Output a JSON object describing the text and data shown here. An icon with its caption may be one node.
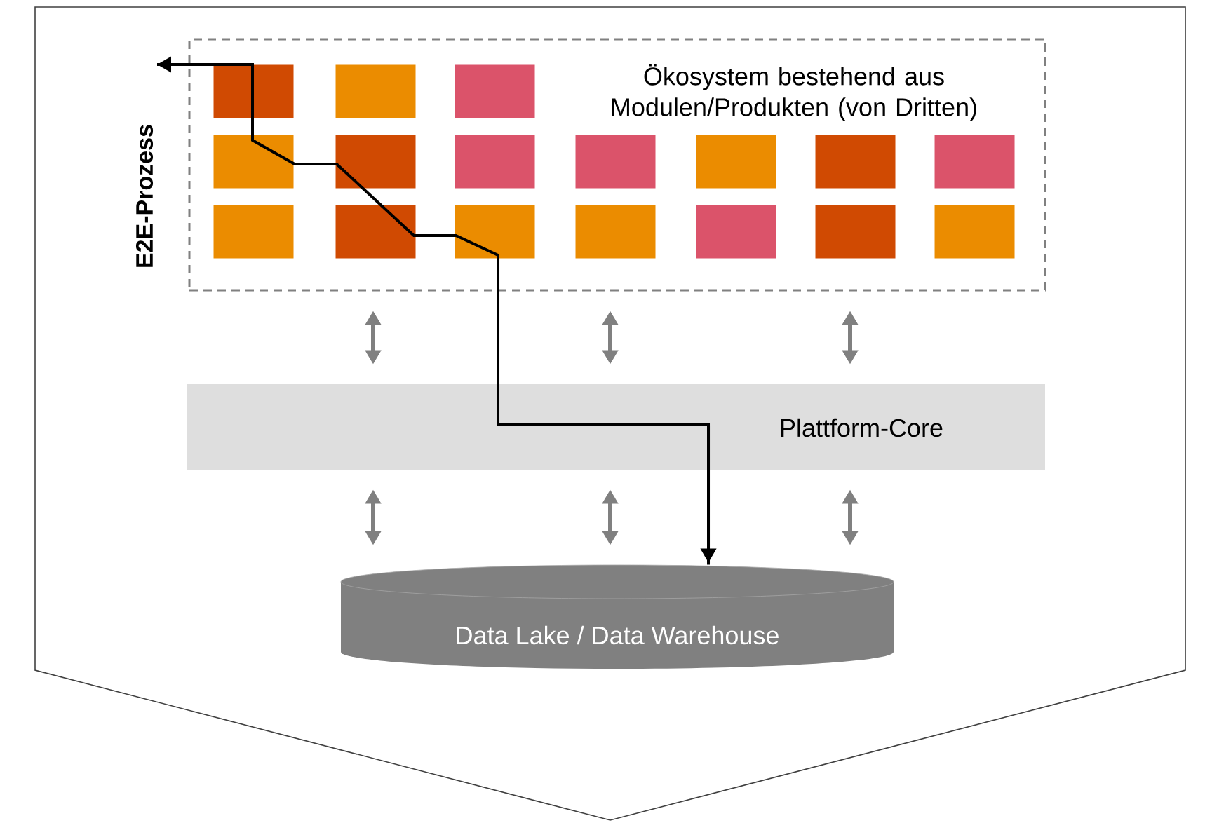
{
  "diagram": {
    "nodes": [
      {
        "text": [
          "Ökosystem bestehend aus Modulen/Produkten (von Dritten)"
        ]
      },
      {
        "text": [],
        "shape": "box",
        "in": 0
      },
      {
        "text": [],
        "shape": "box",
        "in": 0
      },
      {
        "text": [],
        "shape": "box",
        "in": 0
      },
      {
        "text": [],
        "shape": "box",
        "in": 0
      },
      {
        "text": [],
        "shape": "box",
        "in": 0
      },
      {
        "text": [],
        "shape": "box",
        "in": 0
      },
      {
        "text": [],
        "shape": "box",
        "in": 0
      },
      {
        "text": [],
        "shape": "box",
        "in": 0
      },
      {
        "text": [],
        "shape": "box",
        "in": 0
      },
      {
        "text": [],
        "shape": "box",
        "in": 0
      },
      {
        "text": [],
        "shape": "box",
        "in": 0
      },
      {
        "text": [],
        "shape": "box",
        "in": 0
      },
      {
        "text": [],
        "shape": "box",
        "in": 0
      },
      {
        "text": [],
        "shape": "box",
        "in": 0
      },
      {
        "text": [],
        "shape": "box",
        "in": 0
      },
      {
        "text": [],
        "shape": "box",
        "in": 0
      },
      {
        "text": [],
        "shape": "box",
        "in": 0
      },
      {
        "text": [
          "Plattform-Core"
        ]
      },
      {
        "text": [
          "Data Lake / Data Warehouse"
        ]
      }
    ],
    "edges": [
      {
        "from": 0,
        "to": 18,
        "arrow": "both"
      },
      {
        "from": 0,
        "to": 18,
        "arrow": "both"
      },
      {
        "from": 0,
        "to": 18,
        "arrow": "both"
      },
      {
        "from": 18,
        "to": 19,
        "arrow": "both"
      },
      {
        "from": 18,
        "to": 19,
        "arrow": "both"
      },
      {
        "from": 18,
        "to": 19,
        "arrow": "both"
      },
      {
        "from": null,
        "to": 19,
        "arrow": "both",
        "color": "#000000"
      }
    ],
    "labels": [
      "E2E-Prozess"
    ]
  }
}
